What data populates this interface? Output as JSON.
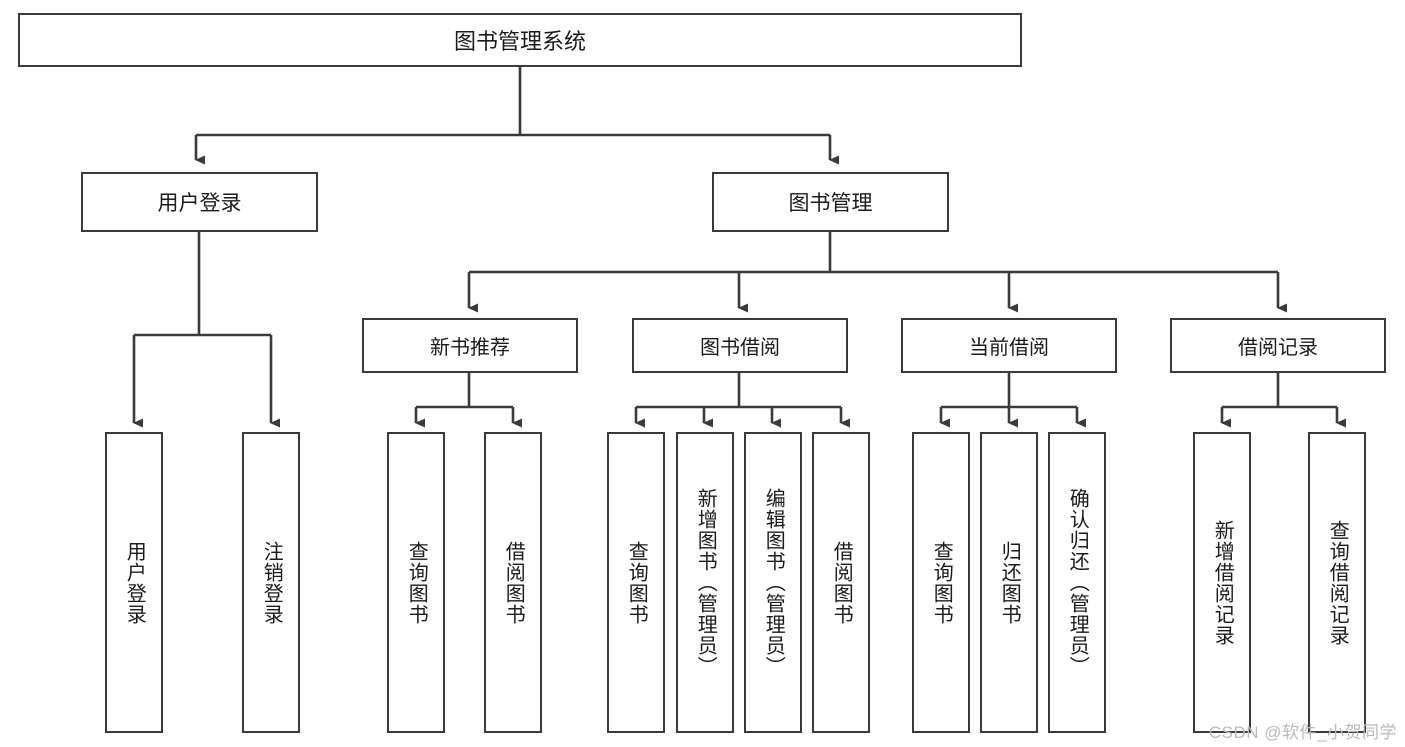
{
  "diagram": {
    "title": "图书管理系统",
    "type": "tree-hierarchy",
    "watermark": "CSDN @软件_小贺同学",
    "colors": {
      "box_border": "#3a3a3a",
      "box_fill": "#ffffff",
      "connector": "#3a3a3a",
      "text": "#1b1b1b",
      "watermark": "#b9b9b9"
    },
    "root": {
      "label": "图书管理系统"
    },
    "level2": [
      {
        "label": "用户登录"
      },
      {
        "label": "图书管理"
      }
    ],
    "level3": [
      {
        "label": "新书推荐"
      },
      {
        "label": "图书借阅"
      },
      {
        "label": "当前借阅"
      },
      {
        "label": "借阅记录"
      }
    ],
    "leaves": {
      "user_login": [
        {
          "label": "用户登录"
        },
        {
          "label": "注销登录"
        }
      ],
      "new_book_recommend": [
        {
          "label": "查询图书"
        },
        {
          "label": "借阅图书"
        }
      ],
      "book_borrow": [
        {
          "label": "查询图书"
        },
        {
          "label": "新增图书（管理员）"
        },
        {
          "label": "编辑图书（管理员）"
        },
        {
          "label": "借阅图书"
        }
      ],
      "current_borrow": [
        {
          "label": "查询图书"
        },
        {
          "label": "归还图书"
        },
        {
          "label": "确认归还（管理员）"
        }
      ],
      "borrow_record": [
        {
          "label": "新增借阅记录"
        },
        {
          "label": "查询借阅记录"
        }
      ]
    }
  }
}
